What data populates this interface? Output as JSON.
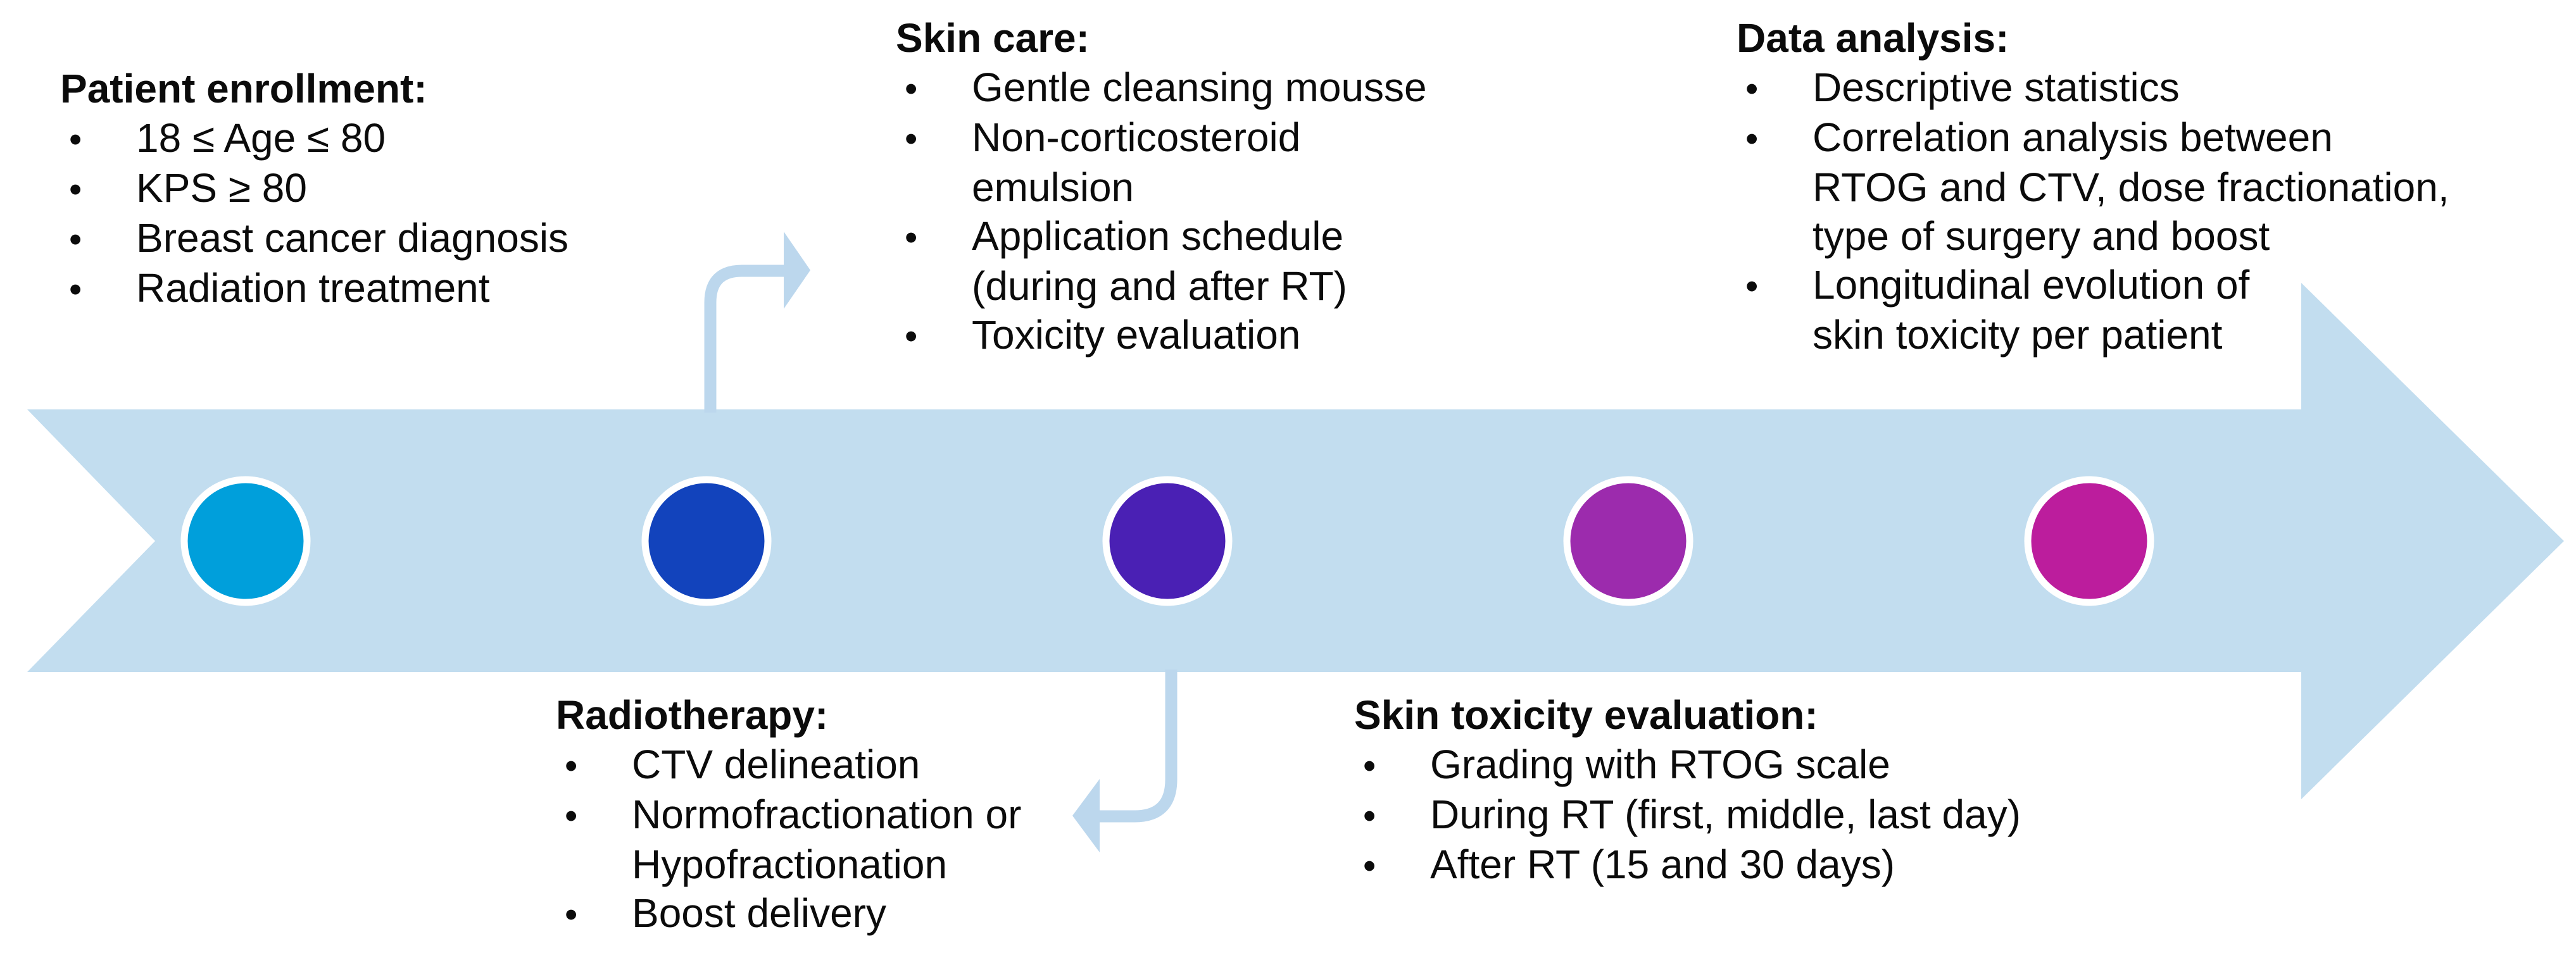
{
  "diagram": {
    "band_color": "#C2DDEF",
    "connector_color": "#BCD7ED",
    "circle_rim_color": "#FFFFFF"
  },
  "milestones": [
    {
      "color": "#009FDB"
    },
    {
      "color": "#1243BC"
    },
    {
      "color": "#4A20B4"
    },
    {
      "color": "#9C2BAD"
    },
    {
      "color": "#BC1D9D"
    }
  ],
  "glyphs": {
    "bullet": "•"
  },
  "blocks": {
    "patient_enrollment": {
      "title": "Patient enrollment:",
      "lines": [
        {
          "bullet": true,
          "text": "18 ≤ Age ≤ 80"
        },
        {
          "bullet": true,
          "text": "KPS ≥ 80"
        },
        {
          "bullet": true,
          "text": "Breast cancer diagnosis"
        },
        {
          "bullet": true,
          "text": "Radiation treatment"
        }
      ]
    },
    "skin_care": {
      "title": "Skin care:",
      "lines": [
        {
          "bullet": true,
          "text": "Gentle cleansing mousse"
        },
        {
          "bullet": true,
          "text": "Non-corticosteroid"
        },
        {
          "bullet": false,
          "text": "emulsion"
        },
        {
          "bullet": true,
          "text": "Application schedule"
        },
        {
          "bullet": false,
          "text": "(during and after RT)"
        },
        {
          "bullet": true,
          "text": "Toxicity evaluation"
        }
      ]
    },
    "data_analysis": {
      "title": "Data analysis:",
      "lines": [
        {
          "bullet": true,
          "text": "Descriptive statistics"
        },
        {
          "bullet": true,
          "text": "Correlation analysis between"
        },
        {
          "bullet": false,
          "text": "RTOG and CTV, dose fractionation,"
        },
        {
          "bullet": false,
          "text": "type of surgery and boost"
        },
        {
          "bullet": true,
          "text": "Longitudinal evolution of"
        },
        {
          "bullet": false,
          "text": "skin toxicity per patient"
        }
      ]
    },
    "radiotherapy": {
      "title": "Radiotherapy:",
      "lines": [
        {
          "bullet": true,
          "text": "CTV delineation"
        },
        {
          "bullet": true,
          "text": "Normofractionation or"
        },
        {
          "bullet": false,
          "text": "Hypofractionation"
        },
        {
          "bullet": true,
          "text": "Boost delivery"
        }
      ]
    },
    "skin_toxicity_evaluation": {
      "title": "Skin toxicity evaluation:",
      "lines": [
        {
          "bullet": true,
          "text": "Grading with RTOG scale"
        },
        {
          "bullet": true,
          "text": "During RT (first, middle, last day)"
        },
        {
          "bullet": true,
          "text": "After RT (15 and 30 days)"
        }
      ]
    }
  }
}
